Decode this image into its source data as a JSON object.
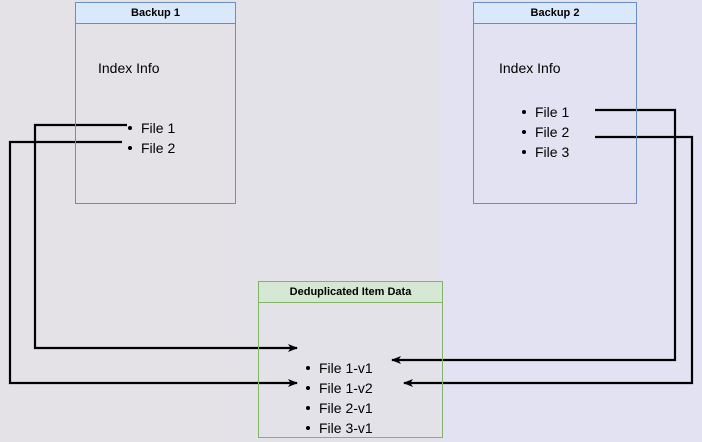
{
  "diagram": {
    "title": "Backup deduplication index diagram",
    "background_color": "#e5e2e7",
    "nodes": [
      {
        "id": "backup1",
        "header": "Backup 1",
        "subtitle": "Index Info",
        "border_color": "#6c8ebf",
        "header_fill": "#dae8fc",
        "items": [
          "File 1",
          "File 2"
        ]
      },
      {
        "id": "backup2",
        "header": "Backup 2",
        "subtitle": "Index Info",
        "border_color": "#6c8ebf",
        "header_fill": "#dae8fc",
        "items": [
          "File 1",
          "File 2",
          "File 3"
        ]
      },
      {
        "id": "dedup",
        "header": "Deduplicated Item Data",
        "subtitle": "",
        "border_color": "#82b366",
        "header_fill": "#d5e8d4",
        "items": [
          "File 1-v1",
          "File 1-v2",
          "File 2-v1",
          "File 3-v1"
        ]
      }
    ],
    "connectors": [
      {
        "from": "backup1.File 1",
        "to": "dedup.File 1-v1",
        "color": "#000000"
      },
      {
        "from": "backup1.File 2",
        "to": "dedup.File 2-v1",
        "color": "#000000"
      },
      {
        "from": "backup2.File 1",
        "to": "dedup.File 1-v2",
        "color": "#000000"
      },
      {
        "from": "backup2.File 2",
        "to": "dedup.File 2-v1",
        "color": "#000000"
      }
    ]
  }
}
